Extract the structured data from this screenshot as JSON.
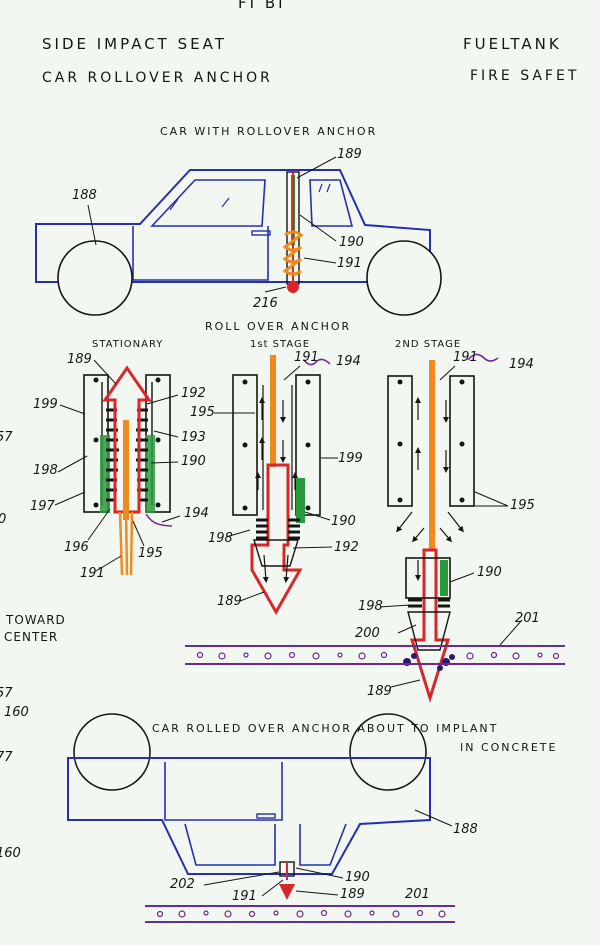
{
  "header": {
    "top_fragment": "FI BI",
    "line1_left": "SIDE IMPACT SEAT",
    "line1_right": "FUELTANK",
    "line2_left": "CAR ROLLOVER ANCHOR",
    "line2_right": "FIRE SAFET"
  },
  "figure1": {
    "caption": "CAR WITH ROLLOVER ANCHOR",
    "labels": {
      "car": "188",
      "anchor_top": "189",
      "housing": "190",
      "spring": "191",
      "base": "216"
    }
  },
  "figure2": {
    "caption": "ROLL OVER ANCHOR",
    "stationary": {
      "title": "STATIONARY",
      "labels": [
        "189",
        "199",
        "192",
        "193",
        "198",
        "190",
        "197",
        "194",
        "196",
        "195",
        "191"
      ]
    },
    "stage1": {
      "title": "1st STAGE",
      "labels": [
        "191",
        "194",
        "195",
        "199",
        "198",
        "190",
        "192",
        "189"
      ]
    },
    "stage2": {
      "title": "2ND STAGE",
      "labels": [
        "191",
        "194",
        "195",
        "190",
        "198",
        "200",
        "201",
        "189"
      ]
    }
  },
  "margin_notes": {
    "n57a": "57",
    "n0a": "0",
    "toward": "TOWARD",
    "center": "CENTER",
    "n57b": "57",
    "n160a": "160",
    "n77": "77",
    "n160b": "160"
  },
  "figure3": {
    "caption_line1": "CAR ROLLED OVER ANCHOR ABOUT TO IMPLANT",
    "caption_line2": "IN CONCRETE",
    "labels": {
      "car": "188",
      "housing": "190",
      "door": "202",
      "spring": "191",
      "tip": "189",
      "ground": "201"
    }
  },
  "colors": {
    "ink": "#151515",
    "car_blue": "#2430b0",
    "arrow_red": "#d8262a",
    "rod_orange": "#f08a1c",
    "ground_purple": "#6b2a8f",
    "sheet": "#f3f7f1"
  }
}
